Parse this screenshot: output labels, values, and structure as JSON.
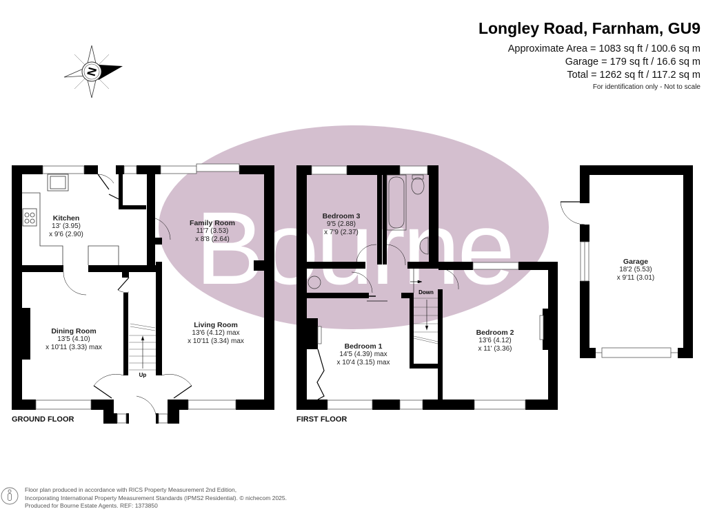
{
  "header": {
    "title": "Longley Road, Farnham, GU9",
    "areas": [
      "Approximate Area = 1083 sq ft / 100.6 sq m",
      "Garage = 179 sq ft / 16.6 sq m",
      "Total = 1262 sq ft / 117.2 sq m"
    ],
    "note": "For identification only - Not to scale"
  },
  "compass": {
    "label": "N",
    "icon": "compass-north-icon"
  },
  "watermark": {
    "text": "Bourne",
    "color": "#d4bfcf"
  },
  "colors": {
    "wall": "#000000",
    "watermark_ellipse": "#d4bfcf",
    "text": "#222222"
  },
  "ground_floor": {
    "label": "GROUND FLOOR",
    "rooms": [
      {
        "name": "Kitchen",
        "dim1": "13' (3.95)",
        "dim2": "x 9'6 (2.90)"
      },
      {
        "name": "Family Room",
        "dim1": "11'7 (3.53)",
        "dim2": "x 8'8 (2.64)"
      },
      {
        "name": "Dining Room",
        "dim1": "13'5 (4.10)",
        "dim2": "x 10'11 (3.33) max"
      },
      {
        "name": "Living Room",
        "dim1": "13'6 (4.12) max",
        "dim2": "x 10'11 (3.34) max"
      }
    ],
    "stairs_label": "Up"
  },
  "first_floor": {
    "label": "FIRST FLOOR",
    "rooms": [
      {
        "name": "Bedroom 3",
        "dim1": "9'5 (2.88)",
        "dim2": "x 7'9 (2.37)"
      },
      {
        "name": "Bedroom 1",
        "dim1": "14'5 (4.39) max",
        "dim2": "x 10'4 (3.15) max"
      },
      {
        "name": "Bedroom 2",
        "dim1": "13'6 (4.12)",
        "dim2": "x 11' (3.36)"
      }
    ],
    "stairs_label": "Down"
  },
  "garage": {
    "rooms": [
      {
        "name": "Garage",
        "dim1": "18'2 (5.53)",
        "dim2": "x 9'11 (3.01)"
      }
    ]
  },
  "footer": {
    "lines": [
      "Floor plan produced in accordance with RICS Property Measurement 2nd Edition,",
      "Incorporating International Property Measurement Standards (IPMS2 Residential).   © nichecom 2025.",
      "Produced for Bourne Estate Agents.   REF:  1373850"
    ],
    "icon": "person-info-icon"
  }
}
